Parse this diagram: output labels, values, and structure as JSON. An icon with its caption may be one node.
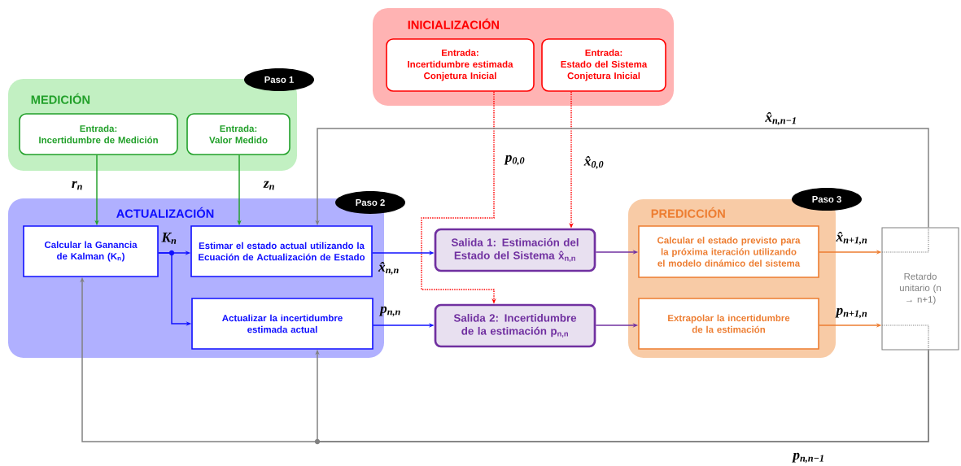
{
  "diagram": {
    "nodes": [
      {
        "text": [
          "INICIALIZACIÓN"
        ]
      },
      {
        "text": [
          "Entrada:",
          "Incertidumbre estimada Conjetura Inicial"
        ],
        "in": 0
      },
      {
        "text": [
          "Entrada:",
          "Estado del Sistema Conjetura Inicial"
        ],
        "in": 0
      },
      {
        "text": [
          "MEDICIÓN"
        ],
        "beside": [
          "Paso 1"
        ]
      },
      {
        "text": [
          "Entrada:",
          "Incertidumbre de Medición"
        ],
        "in": 3
      },
      {
        "text": [
          "Entrada:",
          "Valor Medido"
        ],
        "in": 3
      },
      {
        "text": [
          "ACTUALIZACIÓN"
        ],
        "beside": [
          "Paso 2"
        ]
      },
      {
        "text": [
          "Calcular la Ganancia de Kalman (K$_{n}$)"
        ],
        "in": 6
      },
      {
        "text": [
          "Estimar el estado actual utilizando la Ecuación de Actualización de Estado"
        ],
        "in": 6
      },
      {
        "text": [
          "Actualizar la incertidumbre estimada actual"
        ],
        "in": 6
      },
      {
        "text": [
          "Salida 1: Estimación del Estado del Sistema x̂$_{n,n}$"
        ]
      },
      {
        "text": [
          "Salida 2: Incertidumbre de la estimación  p$_{n,n}$"
        ]
      },
      {
        "text": [
          "PREDICCIÓN"
        ],
        "beside": [
          "Paso 3"
        ]
      },
      {
        "text": [
          "Calcular el estado previsto para la próxima iteración utilizando el modelo dinámico del sistema"
        ],
        "in": 12
      },
      {
        "text": [
          "Extrapolar la incertidumbre de la estimación"
        ],
        "in": 12
      },
      {
        "text": [
          "Retardo unitario (n → n+1)"
        ]
      }
    ],
    "edges": [
      {
        "from": 1,
        "to": 11,
        "arrow": "to",
        "label": "p$_{0,0}$",
        "style": "dashed",
        "color": "#ff0000"
      },
      {
        "from": 2,
        "to": 10,
        "arrow": "to",
        "label": "x̂$_{0,0}$",
        "style": "dashed",
        "color": "#ff0000"
      },
      {
        "from": 4,
        "to": 7,
        "arrow": "to",
        "label": "r$_{n}$",
        "color": "#22a02a"
      },
      {
        "from": 5,
        "to": 8,
        "arrow": "to",
        "label": "z$_{n}$",
        "color": "#22a02a"
      },
      {
        "from": 7,
        "to": 8,
        "arrow": "to",
        "label": "K$_{n}$"
      },
      {
        "from": 7,
        "to": 9,
        "arrow": "to"
      },
      {
        "from": 8,
        "to": 10,
        "arrow": "to",
        "label": "x̂$_{n,n}$"
      },
      {
        "from": 9,
        "to": 11,
        "arrow": "to",
        "label": "p$_{n,n}$"
      },
      {
        "from": 10,
        "to": 13,
        "arrow": "to",
        "color": "#7030a0"
      },
      {
        "from": 11,
        "to": 14,
        "arrow": "to",
        "color": "#7030a0"
      },
      {
        "from": 13,
        "to": 15,
        "arrow": "to",
        "label": "x̂$_{n+1,n}$",
        "color": "#ed7d31"
      },
      {
        "from": 14,
        "to": 15,
        "arrow": "to",
        "label": "p$_{n+1,n}$",
        "color": "#ed7d31"
      },
      {
        "from": 15,
        "to": 8,
        "arrow": "to",
        "label": "x̂$_{n,n−1}$",
        "color": "#808080"
      },
      {
        "from": 15,
        "to": 7,
        "arrow": "to",
        "label": "p$_{n,n−1}$",
        "color": "#808080"
      },
      {
        "from": 15,
        "to": 9,
        "arrow": "to",
        "color": "#808080"
      }
    ]
  }
}
